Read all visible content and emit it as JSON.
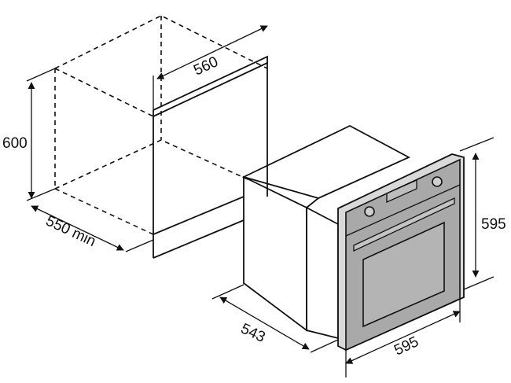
{
  "dimensions": {
    "niche_width": "560",
    "niche_height": "600",
    "niche_depth": "550 min",
    "oven_depth": "543",
    "oven_width": "595",
    "oven_height": "595"
  }
}
